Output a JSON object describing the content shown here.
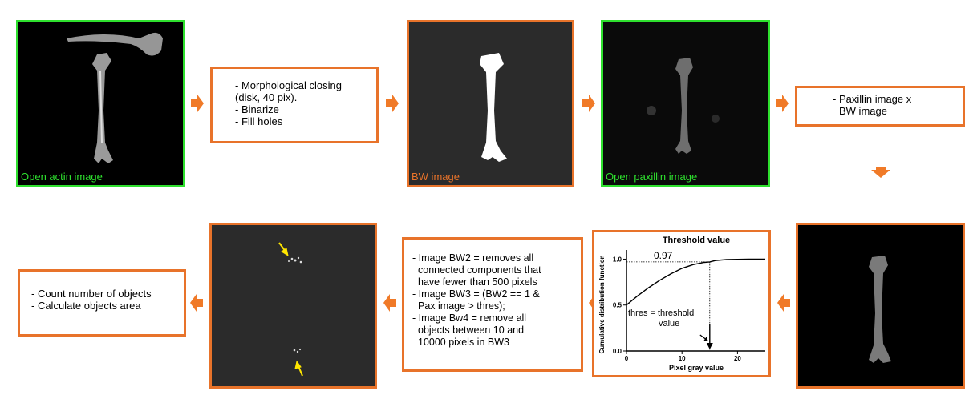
{
  "colors": {
    "green": "#2ee02e",
    "orange": "#e8732a",
    "arrow_fill": "#f07a28",
    "yellow": "#ffe600"
  },
  "panels": {
    "actin": {
      "caption": "Open actin image"
    },
    "bw": {
      "caption": "BW image"
    },
    "paxillin": {
      "caption": "Open paxillin image"
    }
  },
  "steps": {
    "step1": [
      "- Morphological closing",
      "(disk, 40 pix).",
      "- Binarize",
      "- Fill holes"
    ],
    "step2": [
      "- Paxillin image x",
      "BW image"
    ],
    "step3": [
      "- Image BW2 = removes all",
      "connected components that",
      "have fewer than 500 pixels",
      "- Image BW3 = (BW2 == 1 &",
      "Pax image > thres);",
      "- Image Bw4 = remove all",
      "objects between 10 and",
      "10000 pixels in BW3"
    ],
    "step4": [
      "- Count number of objects",
      "- Calculate objects area"
    ]
  },
  "chart_data": {
    "type": "line",
    "title": "Threshold value",
    "xlabel": "Pixel gray value",
    "ylabel": "Cumulative distribution function",
    "xlim": [
      0,
      25
    ],
    "ylim": [
      0,
      1.1
    ],
    "xticks": [
      "0",
      "10",
      "20"
    ],
    "yticks": [
      "0.0",
      "0.5",
      "1.0"
    ],
    "series": [
      {
        "x": [
          0,
          2,
          4,
          6,
          8,
          10,
          12,
          14,
          15,
          16,
          18,
          20,
          22,
          25
        ],
        "y": [
          0.5,
          0.6,
          0.69,
          0.77,
          0.84,
          0.9,
          0.94,
          0.965,
          0.97,
          0.985,
          0.995,
          0.998,
          1.0,
          1.0
        ]
      }
    ],
    "annotations": {
      "value_label": "0.97",
      "value_y": 0.97,
      "threshold_x": 15,
      "thres_label_line1": "thres = threshold",
      "thres_label_line2": "value"
    }
  }
}
